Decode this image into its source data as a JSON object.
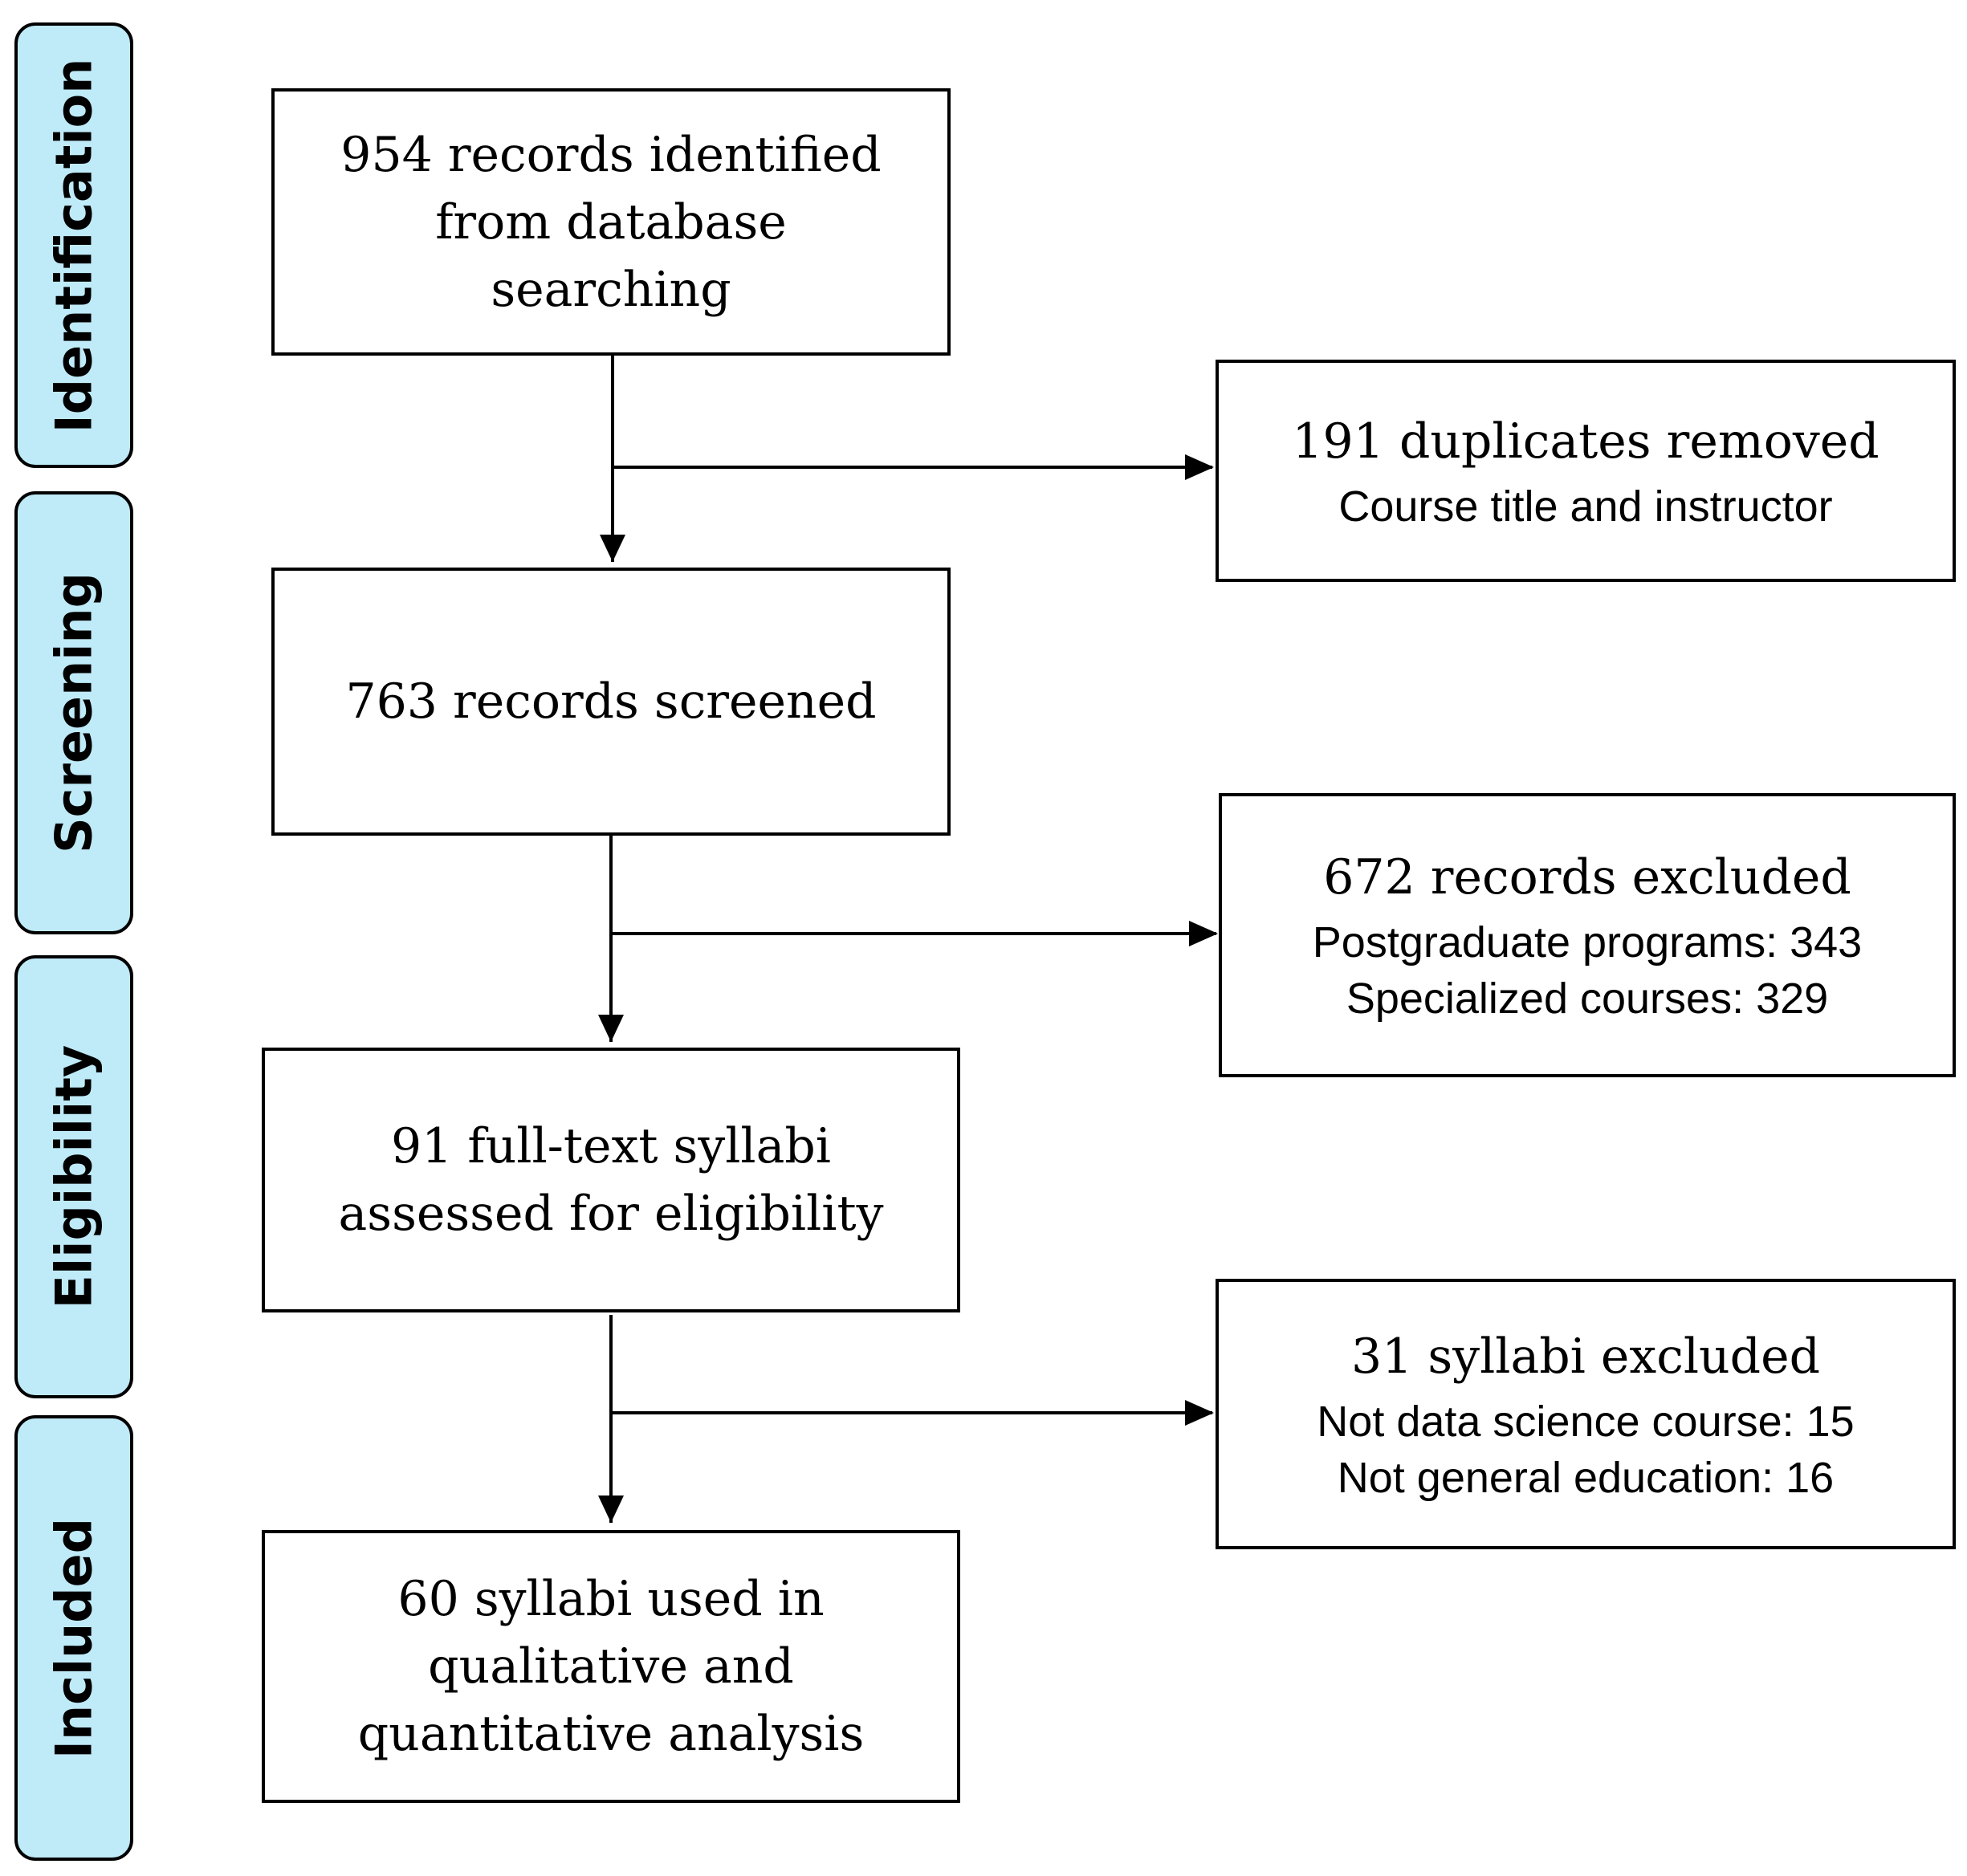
{
  "phases": {
    "identification": "Identification",
    "screening": "Screening",
    "eligibility": "Eligibility",
    "included": "Included"
  },
  "flow": {
    "identified": "954 records identified\nfrom database\nsearching",
    "screened": "763 records screened",
    "assessed": "91 full-text syllabi\nassessed for eligibility",
    "included": "60 syllabi used in\nqualitative and\nquantitative analysis"
  },
  "exclusions": {
    "duplicates": {
      "title": "191 duplicates removed",
      "line1": "Course title and instructor"
    },
    "records": {
      "title": "672 records excluded",
      "line1": "Postgraduate programs: 343",
      "line2": "Specialized courses: 329"
    },
    "syllabi": {
      "title": "31 syllabi excluded",
      "line1": "Not data science course: 15",
      "line2": "Not general education: 16"
    }
  }
}
